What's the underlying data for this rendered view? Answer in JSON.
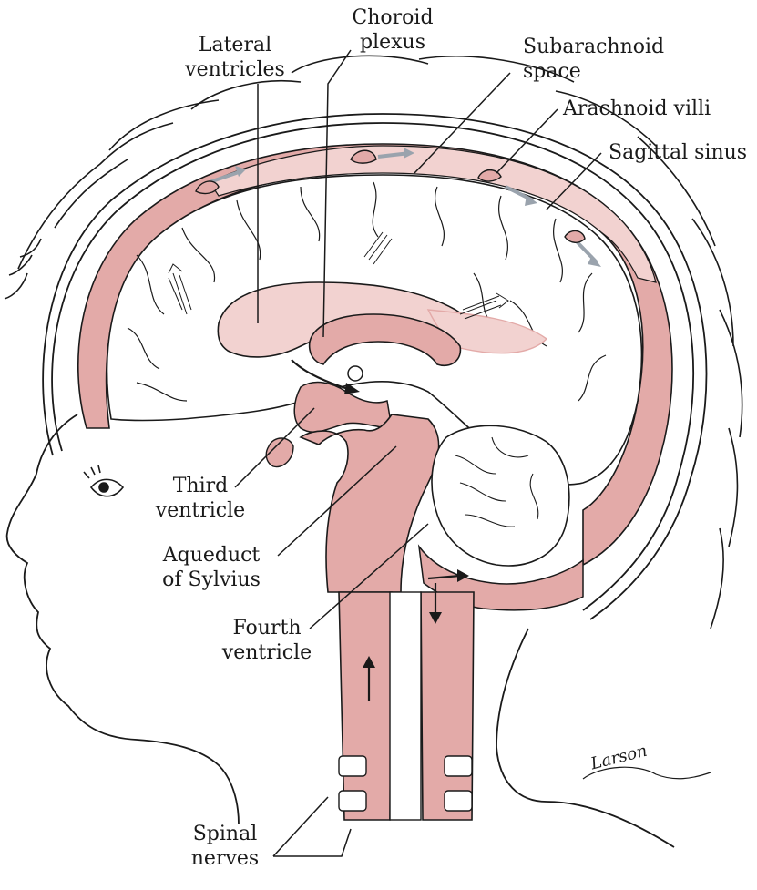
{
  "labels": {
    "lateral_ventricles": [
      "Lateral",
      "ventricles"
    ],
    "choroid_plexus": [
      "Choroid",
      "plexus"
    ],
    "subarachnoid_space": [
      "Subarachnoid",
      "space"
    ],
    "arachnoid_villi": [
      "Arachnoid villi"
    ],
    "sagittal_sinus": [
      "Sagittal sinus"
    ],
    "third_ventricle": [
      "Third",
      "ventricle"
    ],
    "aqueduct_of_sylvius": [
      "Aqueduct",
      "of Sylvius"
    ],
    "fourth_ventricle": [
      "Fourth",
      "ventricle"
    ],
    "spinal_nerves": [
      "Spinal",
      "nerves"
    ]
  },
  "signature": "Larson",
  "colors": {
    "csf_fill": "#e3aaa8",
    "csf_light": "#f2d2d0",
    "ink": "#1a1a1a",
    "flow_arrow": "#9aa3ad"
  }
}
